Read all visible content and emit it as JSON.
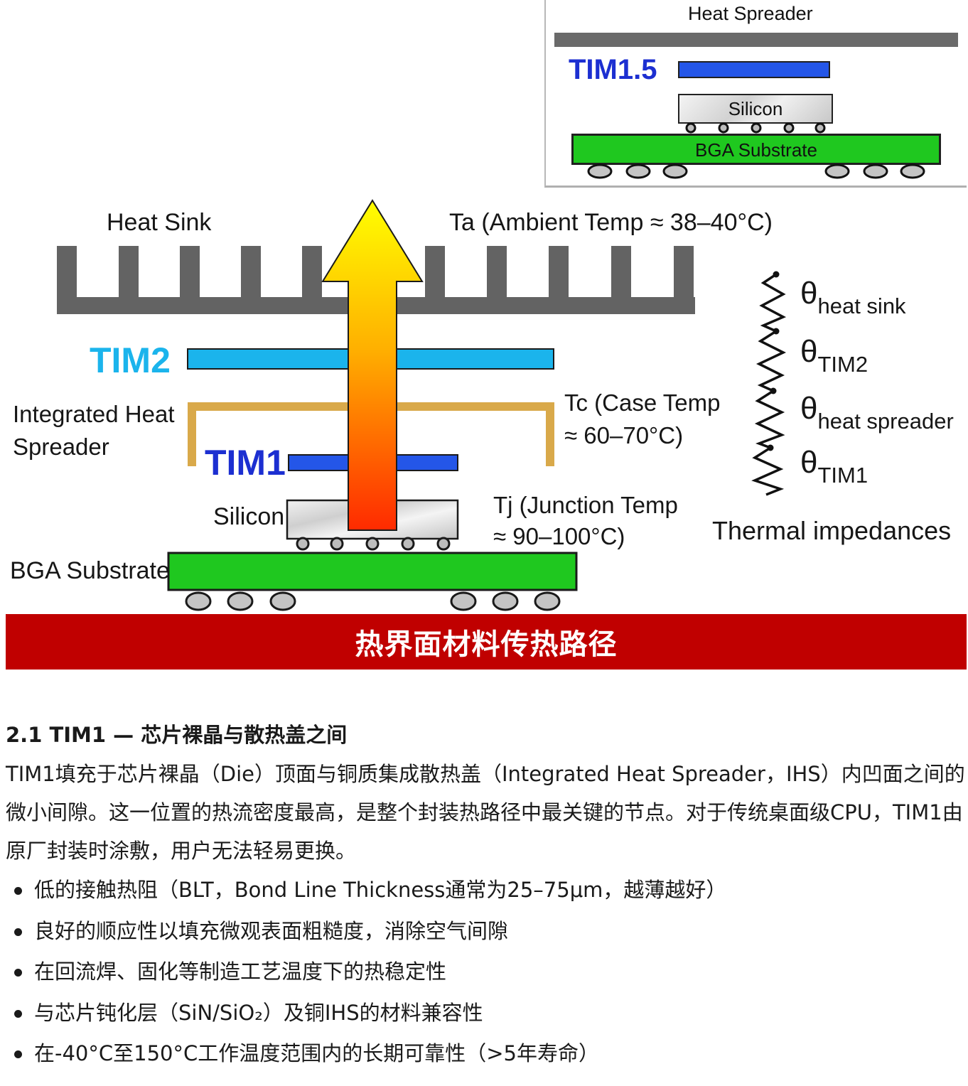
{
  "inset": {
    "heat_spreader": "Heat Spreader",
    "tim15": "TIM1.5",
    "silicon": "Silicon",
    "bga": "BGA Substrate"
  },
  "figure": {
    "heat_sink": "Heat Sink",
    "ambient": "Ta (Ambient Temp ≈ 38–40°C)",
    "tim2": "TIM2",
    "ihs_line1": "Integrated Heat",
    "ihs_line2": "Spreader",
    "tim1": "TIM1",
    "silicon": "Silicon",
    "bga": "BGA Substrate",
    "tc_line1": "Tc (Case Temp",
    "tc_line2": "≈ 60–70°C)",
    "tj_line1": "Tj (Junction Temp",
    "tj_line2": "≈ 90–100°C)",
    "theta": "θ",
    "theta_heat_sink": "heat sink",
    "theta_tim2": "TIM2",
    "theta_heat_spreader": "heat spreader",
    "theta_tim1": "TIM1",
    "thermal_impedances": "Thermal impedances",
    "banner": "热界面材料传热路径"
  },
  "colors": {
    "tim2": "#1bb4ec",
    "tim1": "#1c2fd1",
    "ihs": "#d9a94a",
    "bga": "#1fc81f",
    "heat_sink": "#636363",
    "banner": "#c00000"
  },
  "section": {
    "heading": "2.1  TIM1 — 芯片裸晶与散热盖之间",
    "paragraph": "TIM1填充于芯片裸晶（Die）顶面与铜质集成散热盖（Integrated Heat Spreader，IHS）内凹面之间的微小间隙。这一位置的热流密度最高，是整个封装热路径中最关键的节点。对于传统桌面级CPU，TIM1由原厂封装时涂敷，用户无法轻易更换。",
    "bullets": [
      "低的接触热阻（BLT，Bond Line Thickness通常为25–75μm，越薄越好）",
      "良好的顺应性以填充微观表面粗糙度，消除空气间隙",
      "在回流焊、固化等制造工艺温度下的热稳定性",
      "与芯片钝化层（SiN/SiO₂）及铜IHS的材料兼容性",
      "在-40°C至150°C工作温度范围内的长期可靠性（>5年寿命）"
    ]
  }
}
